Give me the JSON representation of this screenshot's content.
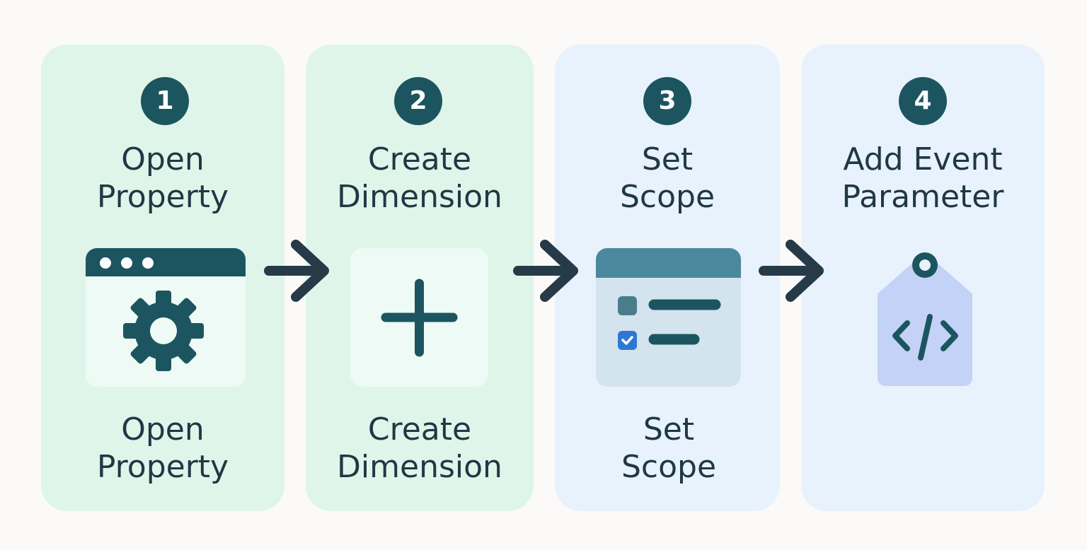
{
  "steps": [
    {
      "number": "1",
      "title_lines": [
        "Open",
        "Property"
      ],
      "caption_lines": [
        "Open",
        "Property"
      ],
      "icon": "settings-window-icon"
    },
    {
      "number": "2",
      "title_lines": [
        "Create",
        "Dimension"
      ],
      "caption_lines": [
        "Create",
        "Dimension"
      ],
      "icon": "plus-icon"
    },
    {
      "number": "3",
      "title_lines": [
        "Set",
        "Scope"
      ],
      "caption_lines": [
        "Set",
        "Scope"
      ],
      "icon": "checklist-window-icon"
    },
    {
      "number": "4",
      "title_lines": [
        "Add Event",
        "Parameter"
      ],
      "icon": "code-tag-icon"
    }
  ],
  "connectors": [
    "arrow-right-icon",
    "arrow-right-icon",
    "arrow-right-icon"
  ],
  "colors": {
    "badge": "#1c5560",
    "text": "#1f3844",
    "green_card": "#dff5ea",
    "blue_card": "#e8f2fd",
    "arrow": "#263a47",
    "tag": "#c3d2f6",
    "checkbox_checked": "#2f77d4"
  }
}
